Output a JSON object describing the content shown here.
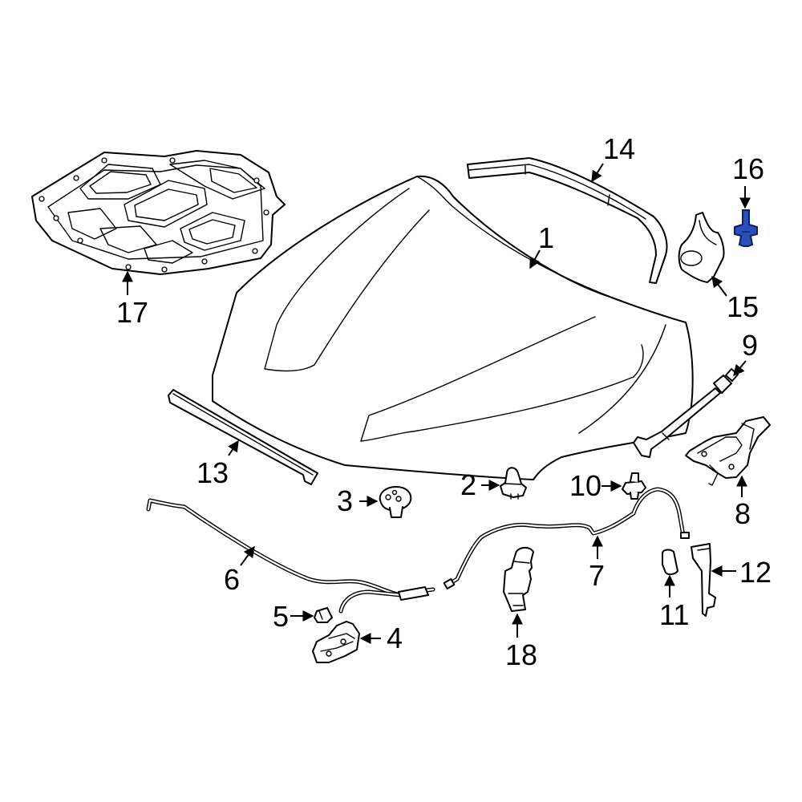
{
  "diagram": {
    "callouts": [
      {
        "id": "1",
        "label": "1"
      },
      {
        "id": "2",
        "label": "2"
      },
      {
        "id": "3",
        "label": "3"
      },
      {
        "id": "4",
        "label": "4"
      },
      {
        "id": "5",
        "label": "5"
      },
      {
        "id": "6",
        "label": "6"
      },
      {
        "id": "7",
        "label": "7"
      },
      {
        "id": "8",
        "label": "8"
      },
      {
        "id": "9",
        "label": "9"
      },
      {
        "id": "10",
        "label": "10"
      },
      {
        "id": "11",
        "label": "11"
      },
      {
        "id": "12",
        "label": "12"
      },
      {
        "id": "13",
        "label": "13"
      },
      {
        "id": "14",
        "label": "14"
      },
      {
        "id": "15",
        "label": "15"
      },
      {
        "id": "16",
        "label": "16"
      },
      {
        "id": "17",
        "label": "17"
      },
      {
        "id": "18",
        "label": "18"
      }
    ],
    "colors": {
      "line": "#000000",
      "background": "#ffffff",
      "highlight_fill": "#2b4fb8",
      "highlight_stroke": "#0c1f63"
    },
    "highlighted_part": "16"
  }
}
